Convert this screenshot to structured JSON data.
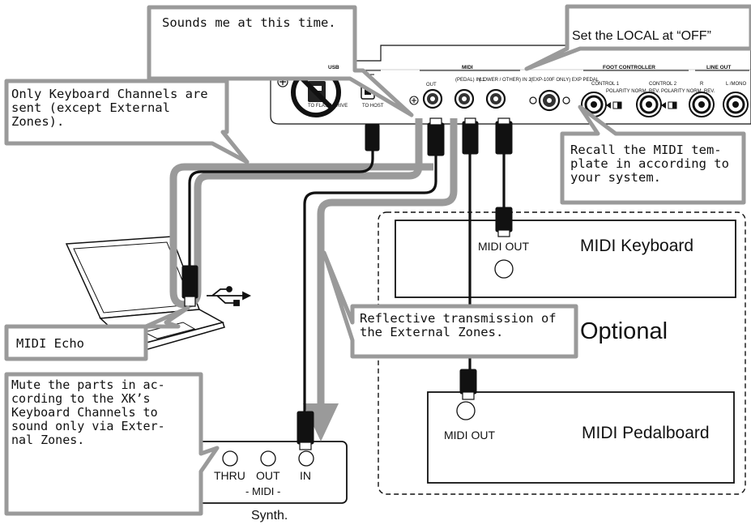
{
  "callouts": {
    "sounds": "Sounds me at this time.",
    "local": "Set the LOCAL at “OFF”",
    "keyboard_channels": "Only Keyboard Channels are\nsent (except External\nZones).",
    "recall": "Recall the MIDI tem-\nplate in according to\nyour system.",
    "reflective": "Reflective transmission of\nthe External Zones.",
    "midi_echo": "MIDI Echo",
    "mute": "Mute the parts in ac-\ncording to the XK’s\nKeyboard Channels to\nsound only via Exter-\nnal Zones."
  },
  "panel": {
    "usb": "USB",
    "to_flash_drive": "TO\nFLASH DRIVE",
    "to_host": "TO\nHOST",
    "midi": "MIDI",
    "out": "OUT",
    "pedal_in1": "(PEDAL)\nIN 1",
    "lower_other_in2": "(LOWER / OTHER)\nIN 2",
    "exp_pedal": "(EXP-100F ONLY)\nEXP PEDAL",
    "foot_controller": "FOOT CONTROLLER",
    "control1": "CONTROL 1",
    "control2": "CONTROL 2",
    "polarity": "POLARITY\nNORM.  REV.",
    "line_out": "LINE OUT",
    "r": "R",
    "l_mono": "L /MONO"
  },
  "devices": {
    "midi_keyboard": "MIDI Keyboard",
    "midi_out_keyboard": "MIDI OUT",
    "optional": "Optional",
    "midi_out_pedalboard": "MIDI OUT",
    "midi_pedalboard": "MIDI Pedalboard",
    "thru": "THRU",
    "out": "OUT",
    "in": "IN",
    "midi_group": "- MIDI -",
    "synth": "Synth."
  },
  "colors": {
    "gray_outline": "#9a9a9a",
    "black": "#111111",
    "white": "#ffffff"
  },
  "icons": [
    "usb-symbol-icon",
    "no-flash-drive-icon",
    "screw-icon",
    "midi-din-jack-icon",
    "phone-jack-icon",
    "laptop-icon",
    "arrow-down-icon"
  ]
}
